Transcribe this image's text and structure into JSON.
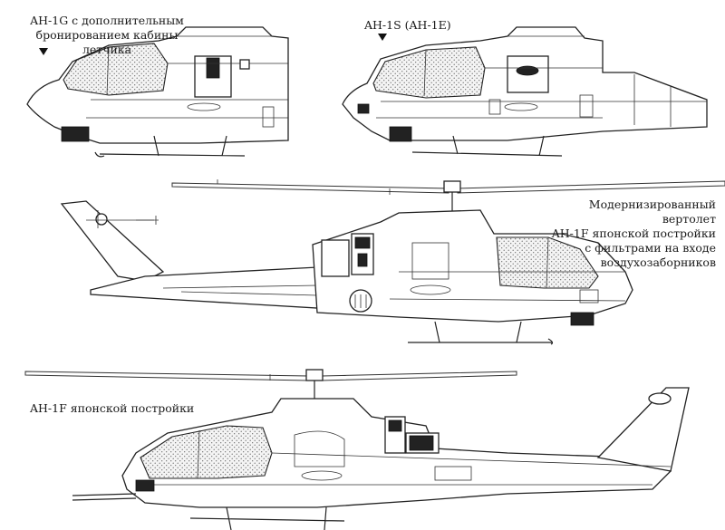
{
  "captions": {
    "ah1g": "AH-1G с дополнительным\nбронированием кабины летчика",
    "ah1s": "AH-1S (AH-1E)",
    "modernized": "Модернизированный вертолет\nAH-1F японской постройки\nс фильтрами на входе\nвоздухозаборников",
    "ah1f": "AH-1F японской постройки"
  },
  "icons": {
    "marker_ah1g": "down-triangle-icon",
    "marker_ah1s": "down-triangle-icon"
  },
  "colors": {
    "line": "#222222",
    "background": "#ffffff",
    "glazing_hatch": "#555555"
  }
}
